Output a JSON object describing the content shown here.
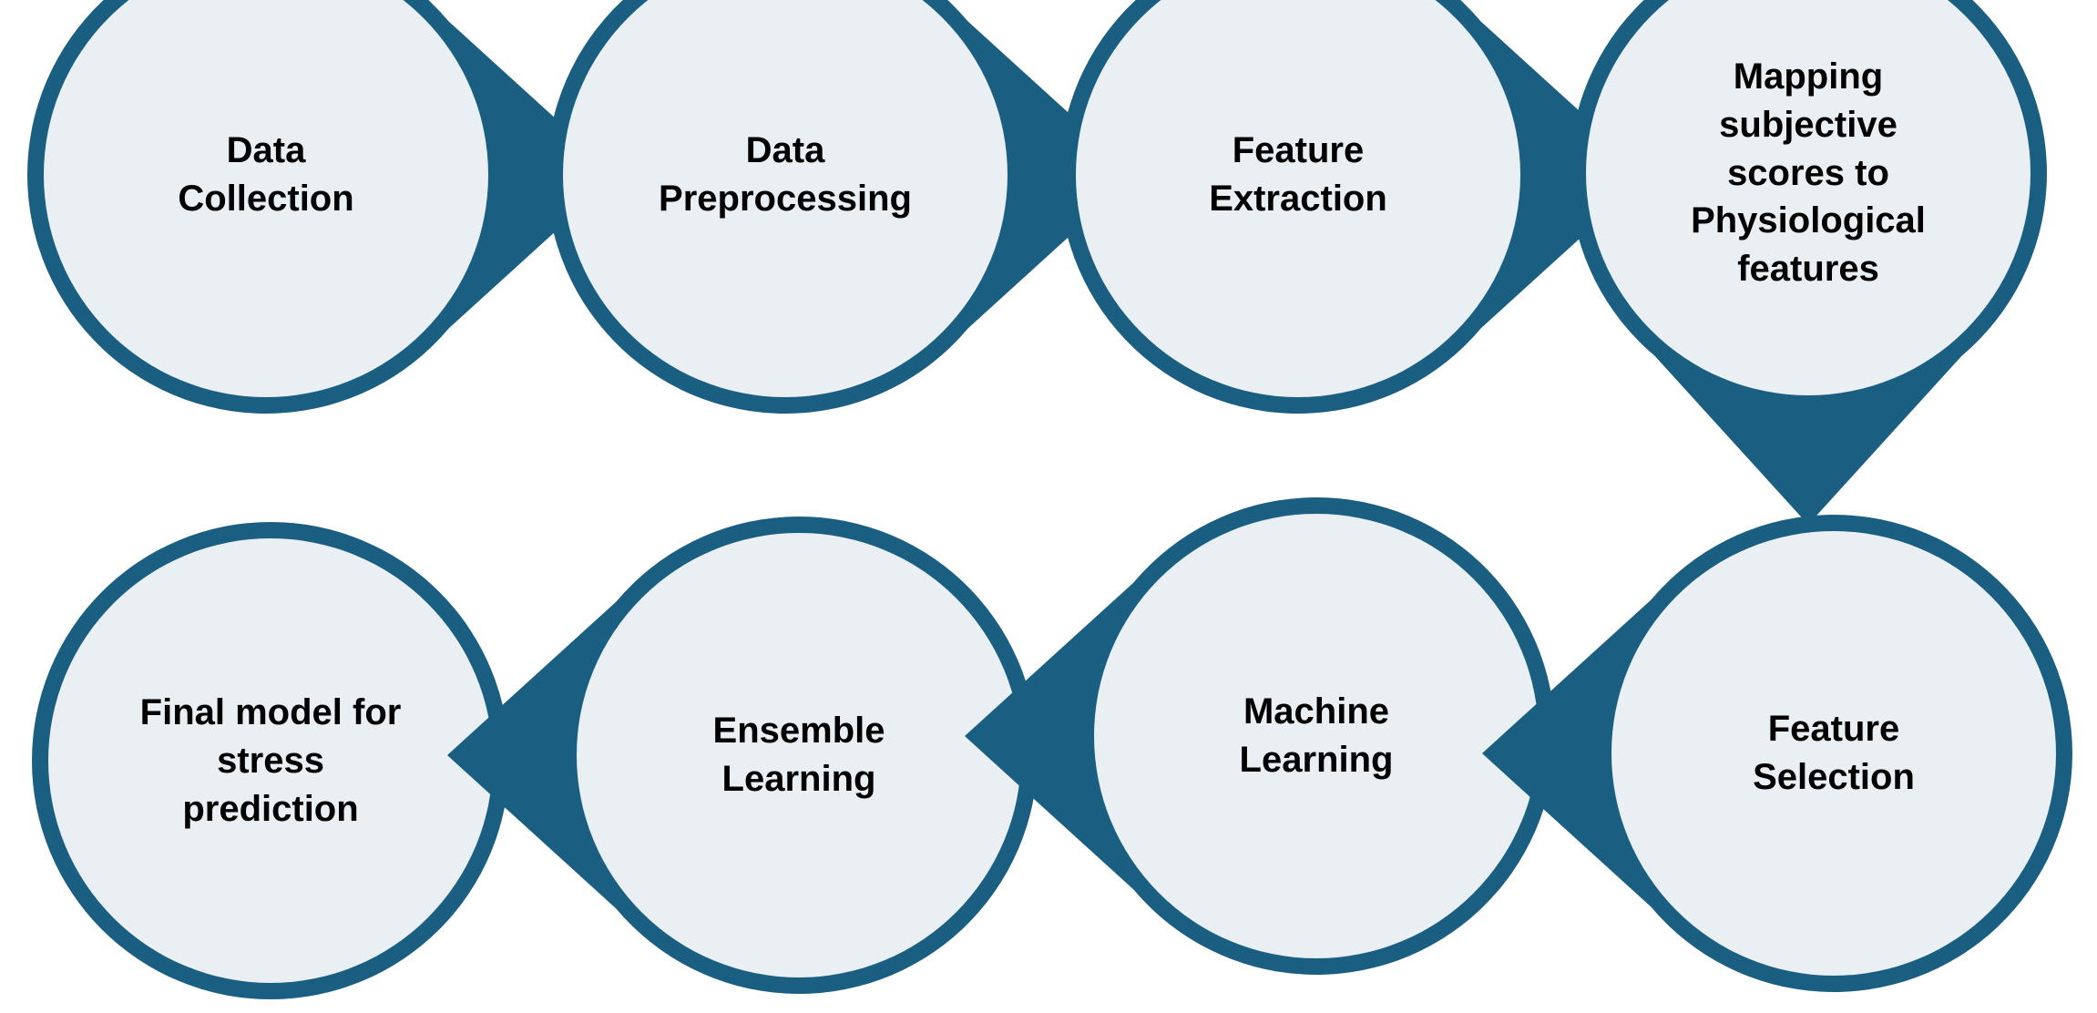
{
  "colors": {
    "stroke": "#1a5f82",
    "fill": "#e9eff3",
    "text": "#000000"
  },
  "steps": [
    {
      "label": "Data\nCollection",
      "pointer": "right"
    },
    {
      "label": "Data\nPreprocessing",
      "pointer": "right"
    },
    {
      "label": "Feature\nExtraction",
      "pointer": "right"
    },
    {
      "label": "Mapping\nsubjective\nscores to\nPhysiological\nfeatures",
      "pointer": "down"
    },
    {
      "label": "Feature\nSelection",
      "pointer": "left"
    },
    {
      "label": "Machine\nLearning",
      "pointer": "left"
    },
    {
      "label": "Ensemble\nLearning",
      "pointer": "left"
    },
    {
      "label": "Final model for\nstress\nprediction",
      "pointer": "none"
    }
  ]
}
